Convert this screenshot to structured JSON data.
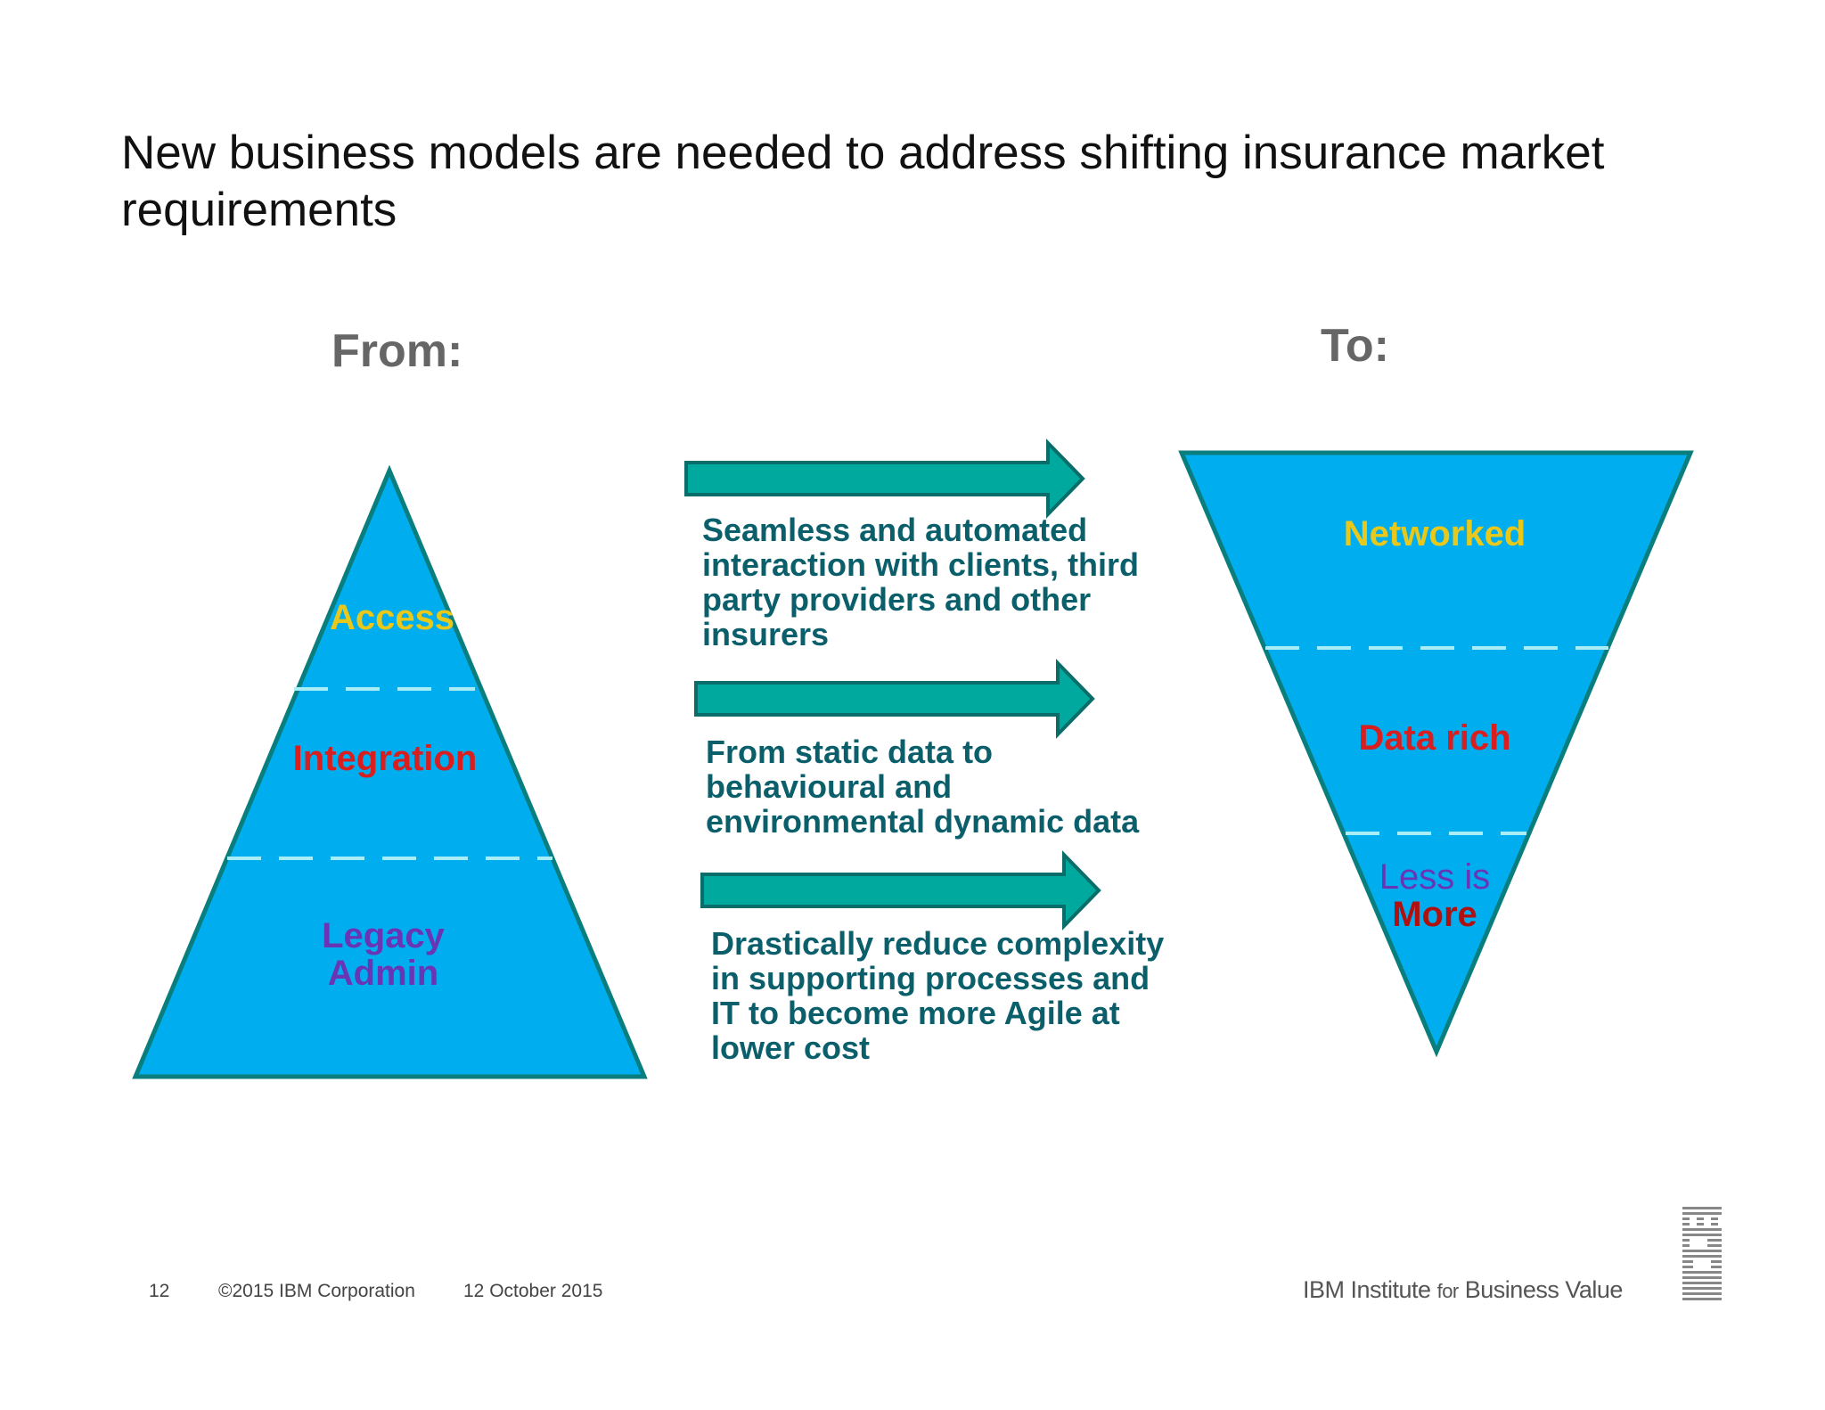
{
  "title": "New business models are needed to address shifting insurance market requirements",
  "from_heading": "From:",
  "to_heading": "To:",
  "from_pyramid": {
    "layers": [
      {
        "label_lines": [
          "Access"
        ],
        "color": "#e8c81a"
      },
      {
        "label_lines": [
          "Integration"
        ],
        "color": "#d81e1e"
      },
      {
        "label_lines": [
          "Legacy",
          "Admin"
        ],
        "color": "#6a35b5"
      }
    ]
  },
  "to_funnel": {
    "layers": [
      {
        "label_lines": [
          "Networked"
        ],
        "color": "#e8c81a"
      },
      {
        "label_lines": [
          "Data rich"
        ],
        "color": "#d81e1e"
      },
      {
        "label_lines": [
          "Less is",
          "More"
        ],
        "colors": [
          "#6a35b5",
          "#b01010"
        ]
      }
    ]
  },
  "transitions": [
    {
      "lines": [
        "Seamless and automated",
        "interaction with clients, third",
        "party providers and other",
        "insurers"
      ]
    },
    {
      "lines": [
        "From static data to",
        "behavioural and",
        "environmental dynamic data"
      ]
    },
    {
      "lines": [
        "Drastically reduce complexity",
        "in supporting processes and",
        "IT to become more Agile at",
        "lower cost"
      ]
    }
  ],
  "colors": {
    "shape_fill": "#00aeef",
    "shape_stroke": "#0a7d7d",
    "arrow_fill": "#00a99d",
    "arrow_stroke": "#0a6d6a",
    "divider": "#a9eef7",
    "desc_text": "#0b5f6b"
  },
  "footer": {
    "page": "12",
    "copyright": "©2015 IBM Corporation",
    "date": "12 October 2015",
    "brand_prefix": "IBM Institute",
    "brand_for": "for",
    "brand_suffix": "Business Value",
    "logo": "ibm-logo-icon"
  }
}
